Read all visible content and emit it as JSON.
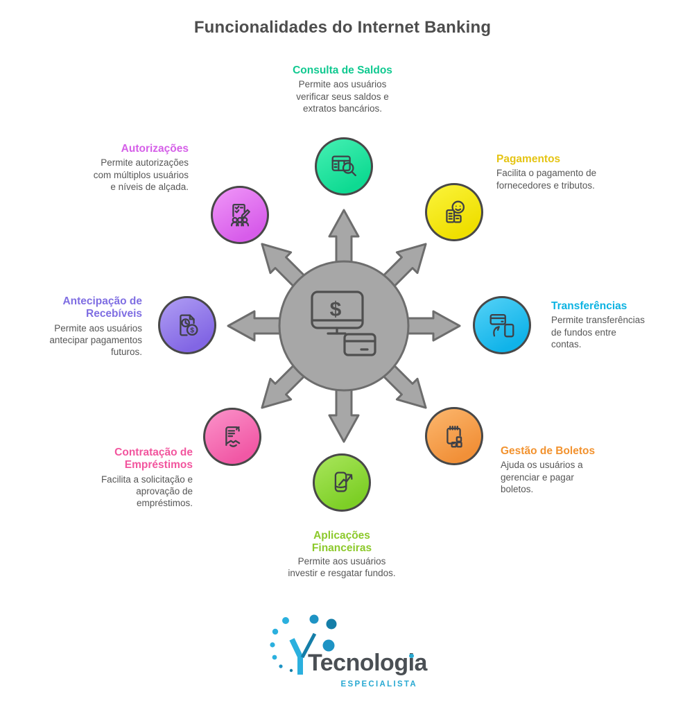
{
  "title": {
    "text": "Funcionalidades do Internet Banking",
    "color": "#4d4d4d"
  },
  "nodes": [
    {
      "id": "consulta-de-saldos",
      "title": "Consulta de Saldos",
      "description": "Permite aos usuários verificar seus saldos e extratos bancários.",
      "accent": "#10c990",
      "circle_bg": "linear-gradient(150deg,#46f0b3 0%,#0eda92 80%)",
      "icon": "table-search-icon"
    },
    {
      "id": "pagamentos",
      "title": "Pagamentos",
      "description": "Facilita o pagamento de fornecedores e tributos.",
      "accent": "#e5c414",
      "circle_bg": "linear-gradient(150deg,#fbf43c 0%,#efdf00 80%)",
      "icon": "invoice-smiley-icon"
    },
    {
      "id": "transferencias",
      "title": "Transferências",
      "description": "Permite transferências de fundos entre contas.",
      "accent": "#0db3e2",
      "circle_bg": "linear-gradient(150deg,#55d2f7 0%,#10b3e9 80%)",
      "icon": "card-phone-transfer-icon"
    },
    {
      "id": "gestao-de-boletos",
      "title": "Gestão de Boletos",
      "description": "Ajuda os usuários a gerenciar e pagar boletos.",
      "accent": "#f2922e",
      "circle_bg": "linear-gradient(150deg,#fcb76e 0%,#f19038 80%)",
      "icon": "notepad-items-icon"
    },
    {
      "id": "aplicacoes-financeiras",
      "title": "Aplicações Financeiras",
      "description": "Permite aos usuários investir e resgatar fundos.",
      "accent": "#8cc92b",
      "circle_bg": "linear-gradient(150deg,#a9e65c 0%,#7dcf26 80%)",
      "icon": "phone-growth-icon"
    },
    {
      "id": "contratacao-de-emprestimos",
      "title": "Contratação de Empréstimos",
      "description": "Facilita a solicitação e aprovação de empréstimos.",
      "accent": "#f2559e",
      "circle_bg": "linear-gradient(150deg,#fb93ca 0%,#f158a5 80%)",
      "icon": "contract-handshake-icon"
    },
    {
      "id": "antecipacao-de-recebiveis",
      "title": "Antecipação de Recebíveis",
      "description": "Permite aos usuários antecipar pagamentos futuros.",
      "accent": "#7f6ee2",
      "circle_bg": "linear-gradient(150deg,#b09ef4 0%,#8266e4 80%)",
      "icon": "document-clock-coin-icon"
    },
    {
      "id": "autorizacoes",
      "title": "Autorizações",
      "description": "Permite autorizações com múltiplos usuários e níveis de alçada.",
      "accent": "#d55fe8",
      "circle_bg": "linear-gradient(150deg,#f097f8 0%,#d75cea 80%)",
      "icon": "checklist-people-icon"
    }
  ],
  "hub": {
    "fill": "#a7a7a7",
    "stroke": "#6d6d6d",
    "icon_stroke": "#4f4f4f",
    "dollar": "$"
  },
  "logo": {
    "brand_prefix": "Tecnolog",
    "brand_dotted": "i",
    "brand_suffix": "a",
    "tagline": "ESPECIALISTA",
    "brand_color": "#4a4f54",
    "accent": "#29a9d2",
    "mark_light": "#2bb0de",
    "mark_mid": "#1e93c4",
    "mark_dark": "#157ea8"
  }
}
